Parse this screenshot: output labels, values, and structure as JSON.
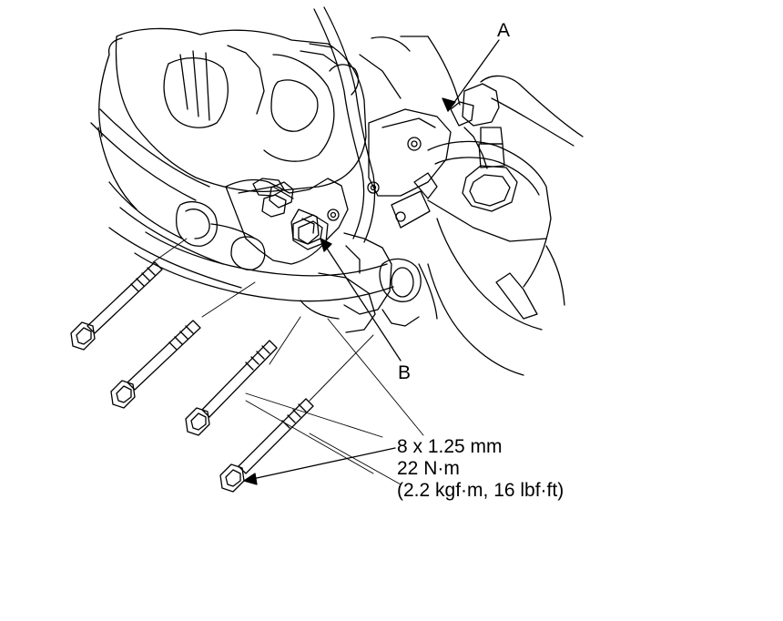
{
  "labels": {
    "a": "A",
    "b": "B"
  },
  "spec": {
    "size": "8 x 1.25 mm",
    "torque": "22 N·m",
    "torque_alt": "(2.2 kgf·m, 16 lbf·ft)"
  },
  "colors": {
    "line": "#000000",
    "background": "#ffffff"
  }
}
